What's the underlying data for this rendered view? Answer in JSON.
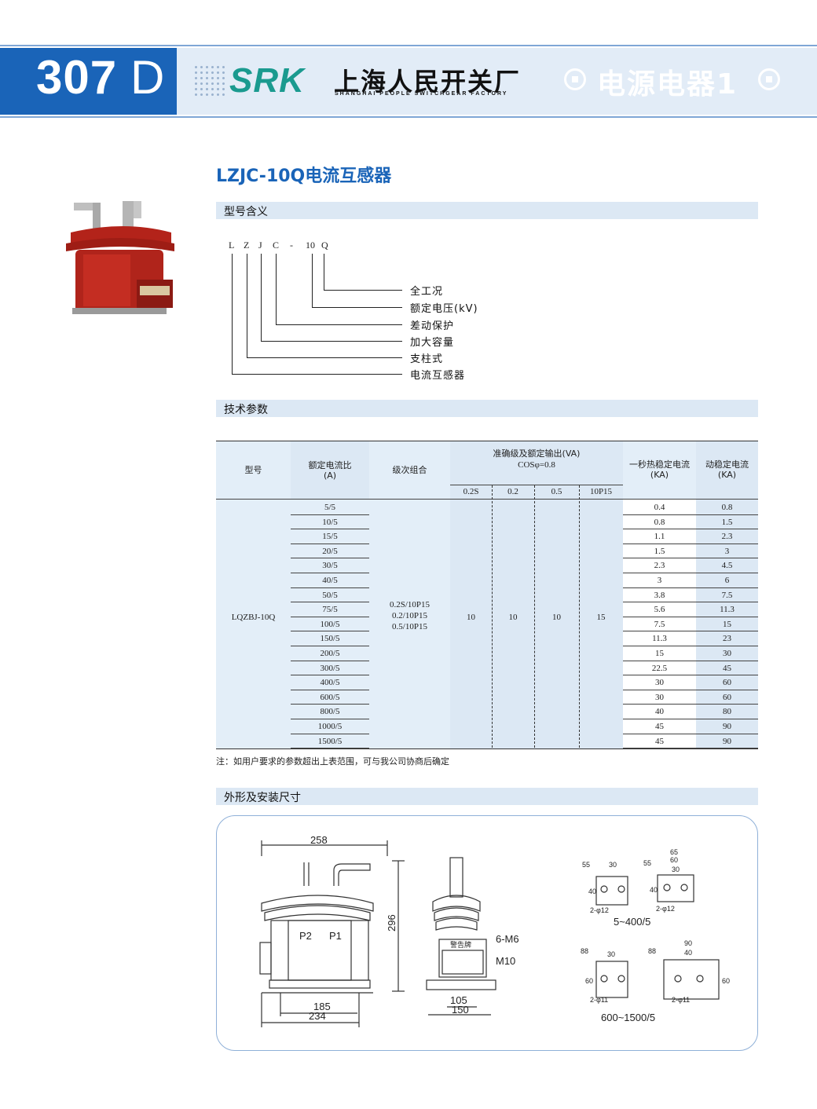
{
  "header": {
    "page_number": "307",
    "page_suffix": "D",
    "brand": "SRK",
    "company_cn": "上海人民开关厂",
    "company_en": "SHANGHAI PEOPLE SWITCHGEAR FACTORY",
    "section": "电源电器1",
    "colors": {
      "blue": "#1a64b8",
      "band": "#e2ecf7",
      "brand": "#1a9a8f"
    }
  },
  "product": {
    "title": "LZJC-10Q电流互感器"
  },
  "model_meaning": {
    "bar_title": "型号含义",
    "code_chars": [
      "L",
      "Z",
      "J",
      "C",
      "-",
      "10",
      "Q"
    ],
    "items": [
      "全工况",
      "额定电压(kV)",
      "差动保护",
      "加大容量",
      "支柱式",
      "电流互感器"
    ]
  },
  "tech": {
    "bar_title": "技术参数",
    "headers": {
      "model": "型号",
      "ratio": "额定电流比",
      "ratio_unit": "(A)",
      "combo": "级次组合",
      "accuracy": "准确级及额定输出(VA)",
      "cos": "COSφ=0.8",
      "thermal": "一秒热稳定电流",
      "thermal_unit": "(KA)",
      "dynamic": "动稳定电流",
      "dynamic_unit": "(KA)",
      "sub": [
        "0.2S",
        "0.2",
        "0.5",
        "10P15"
      ]
    },
    "model": "LQZBJ-10Q",
    "combos": [
      "0.2S/10P15",
      "0.2/10P15",
      "0.5/10P15"
    ],
    "outputs": [
      "10",
      "10",
      "10",
      "15"
    ],
    "rows": [
      {
        "ratio": "5/5",
        "thermal": "0.4",
        "dynamic": "0.8"
      },
      {
        "ratio": "10/5",
        "thermal": "0.8",
        "dynamic": "1.5"
      },
      {
        "ratio": "15/5",
        "thermal": "1.1",
        "dynamic": "2.3"
      },
      {
        "ratio": "20/5",
        "thermal": "1.5",
        "dynamic": "3"
      },
      {
        "ratio": "30/5",
        "thermal": "2.3",
        "dynamic": "4.5"
      },
      {
        "ratio": "40/5",
        "thermal": "3",
        "dynamic": "6"
      },
      {
        "ratio": "50/5",
        "thermal": "3.8",
        "dynamic": "7.5"
      },
      {
        "ratio": "75/5",
        "thermal": "5.6",
        "dynamic": "11.3"
      },
      {
        "ratio": "100/5",
        "thermal": "7.5",
        "dynamic": "15"
      },
      {
        "ratio": "150/5",
        "thermal": "11.3",
        "dynamic": "23"
      },
      {
        "ratio": "200/5",
        "thermal": "15",
        "dynamic": "30"
      },
      {
        "ratio": "300/5",
        "thermal": "22.5",
        "dynamic": "45"
      },
      {
        "ratio": "400/5",
        "thermal": "30",
        "dynamic": "60"
      },
      {
        "ratio": "600/5",
        "thermal": "30",
        "dynamic": "60"
      },
      {
        "ratio": "800/5",
        "thermal": "40",
        "dynamic": "80"
      },
      {
        "ratio": "1000/5",
        "thermal": "45",
        "dynamic": "90"
      },
      {
        "ratio": "1500/5",
        "thermal": "45",
        "dynamic": "90"
      }
    ],
    "note": "注：如用户要求的参数超出上表范围，可与我公司协商后确定"
  },
  "dimensions": {
    "bar_title": "外形及安装尺寸",
    "front": {
      "width": "258",
      "height": "296",
      "base1": "185",
      "base2": "234",
      "p2": "P2",
      "p1": "P1"
    },
    "side": {
      "screws": "6-M6",
      "bolt": "M10",
      "base1": "105",
      "base2": "150",
      "plate": "警告牌"
    },
    "small_a": {
      "d1": "55",
      "d2": "30",
      "h": "40",
      "holes": "2-φ12"
    },
    "small_b": {
      "d0": "65",
      "d1": "60",
      "d2": "30",
      "d3": "55",
      "h": "40",
      "holes": "2-φ12"
    },
    "range_a": "5~400/5",
    "small_c": {
      "d1": "88",
      "d2": "30",
      "h": "60",
      "holes": "2-φ11"
    },
    "small_d": {
      "d0": "90",
      "d1": "40",
      "d2": "88",
      "h": "60",
      "holes": "2-φ11"
    },
    "range_b": "600~1500/5"
  }
}
